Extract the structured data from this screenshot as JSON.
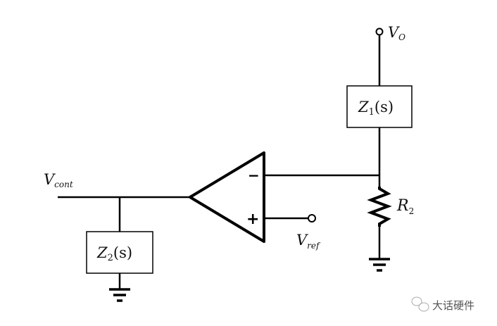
{
  "labels": {
    "vo": {
      "main": "V",
      "sub": "O"
    },
    "vcont": {
      "main": "V",
      "sub": "cont"
    },
    "vref": {
      "main": "V",
      "sub": "ref"
    },
    "r2": {
      "main": "R",
      "sub": "2"
    },
    "z1": {
      "main": "Z",
      "sub": "1",
      "arg": "(s)"
    },
    "z2": {
      "main": "Z",
      "sub": "2",
      "arg": "(s)"
    },
    "opamp_minus": "−",
    "opamp_plus": "+"
  },
  "watermark": {
    "icon": "wechat-icon",
    "text": "大话硬件"
  }
}
